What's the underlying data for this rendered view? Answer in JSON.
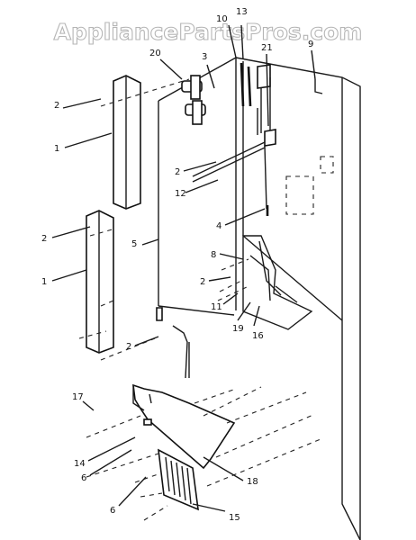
{
  "watermark": "AppliancePartsPros.com",
  "callouts": {
    "c1a": "1",
    "c1b": "1",
    "c2a": "2",
    "c2b": "2",
    "c2c": "2",
    "c2d": "2",
    "c2e": "2",
    "c3": "3",
    "c4": "4",
    "c5": "5",
    "c6a": "6",
    "c6b": "6",
    "c8": "8",
    "c9": "9",
    "c10": "10",
    "c11": "11",
    "c12": "12",
    "c13": "13",
    "c14": "14",
    "c15": "15",
    "c16": "16",
    "c17": "17",
    "c18": "18",
    "c19": "19",
    "c20": "20",
    "c21": "21"
  }
}
